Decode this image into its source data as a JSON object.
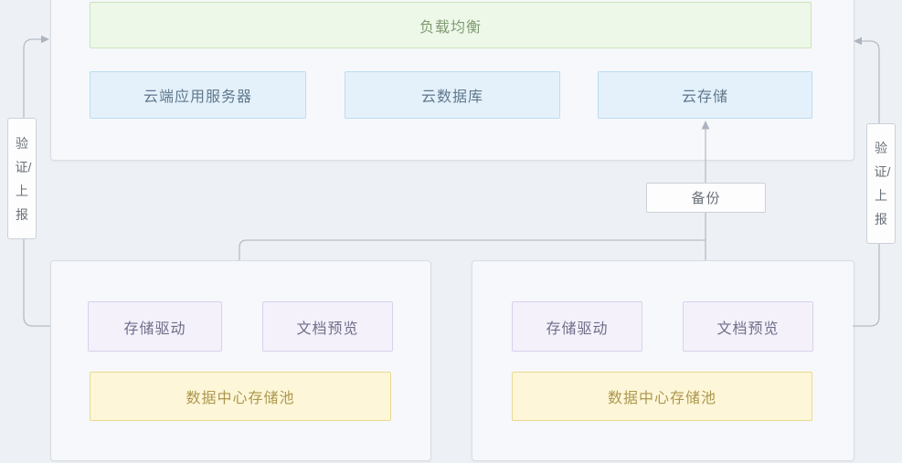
{
  "diagram": {
    "top": {
      "load_balancer": "负载均衡",
      "servers": [
        "云端应用服务器",
        "云数据库",
        "云存储"
      ]
    },
    "backup": "备份",
    "left_side_label": "验证/上报",
    "right_side_label": "验证/上报",
    "datacenters": [
      {
        "drive": "存储驱动",
        "preview": "文档预览",
        "pool": "数据中心存储池"
      },
      {
        "drive": "存储驱动",
        "preview": "文档预览",
        "pool": "数据中心存储池"
      }
    ],
    "colors": {
      "page_bg": "#edf1f6",
      "container_bg": "#f6f8fb",
      "container_border": "#d9dde4",
      "load_balancer_bg": "#eef8e9",
      "load_balancer_border": "#c9e3bc",
      "load_balancer_text": "#7f9c72",
      "server_bg": "#e4f1fb",
      "server_border": "#bddcf0",
      "server_text": "#60788c",
      "module_bg": "#f4f1fb",
      "module_border": "#d8d1ec",
      "module_text": "#6f6e89",
      "pool_bg": "#fdf6d8",
      "pool_border": "#e9da90",
      "pool_text": "#ad974e",
      "connector": "#b7bcc5"
    }
  }
}
